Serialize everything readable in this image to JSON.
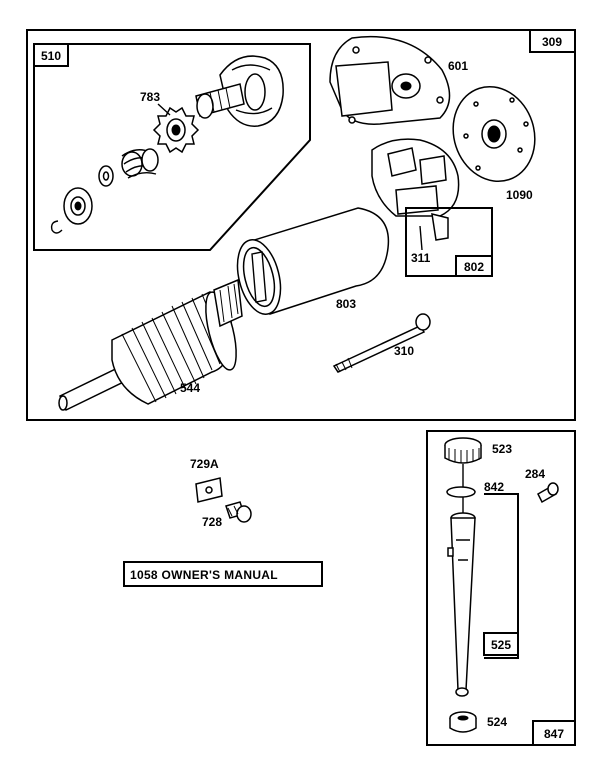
{
  "boxes": {
    "main": "309",
    "gear_kit": "510",
    "brush_kit": "802",
    "dipstick_tube": "847",
    "tube_assy": "525"
  },
  "parts": {
    "p783": "783",
    "p601": "601",
    "p1090": "1090",
    "p311": "311",
    "p803": "803",
    "p310": "310",
    "p544": "544",
    "p729a": "729A",
    "p728": "728",
    "p523": "523",
    "p284": "284",
    "p842": "842",
    "p524": "524"
  },
  "manual_label": "1058  OWNER'S MANUAL"
}
